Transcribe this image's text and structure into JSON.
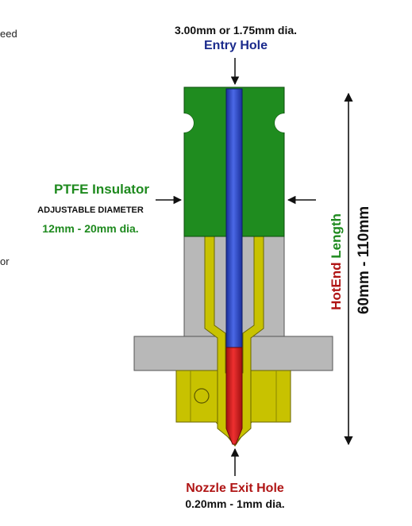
{
  "fragments": {
    "left_top": "eed",
    "left_mid": "or"
  },
  "entry": {
    "size": "3.00mm or 1.75mm dia.",
    "title": "Entry Hole"
  },
  "ptfe": {
    "title": "PTFE Insulator",
    "sub": "ADJUSTABLE DIAMETER",
    "range": "12mm - 20mm dia."
  },
  "hotend": {
    "word1": "HotEnd",
    "word2": "Length",
    "range": "60mm - 110mm"
  },
  "nozzle": {
    "title": "Nozzle Exit Hole",
    "size": "0.20mm - 1mm dia."
  },
  "colors": {
    "ptfe_green": "#1f8c1f",
    "barrel_gray": "#b8b8b8",
    "nozzle_yellow": "#c8c200",
    "filament_blue": "#2b45c9",
    "filament_red": "#d01818",
    "label_blue": "#1a2a8c",
    "label_red": "#b01515",
    "label_green": "#1e8a1e"
  }
}
